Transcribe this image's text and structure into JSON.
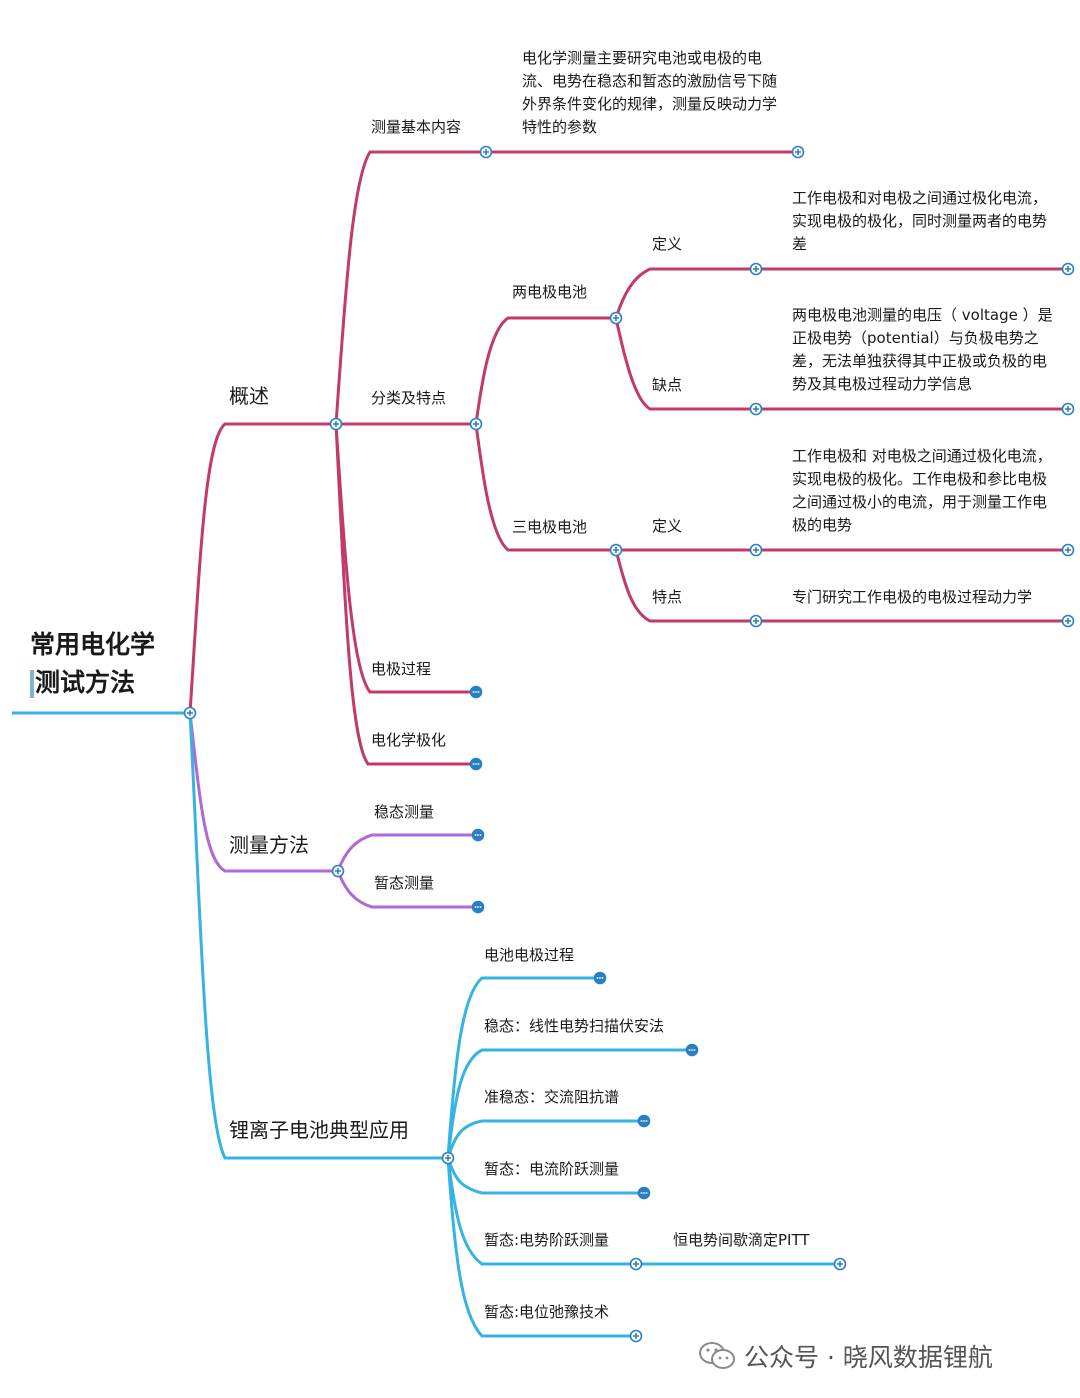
{
  "root": {
    "line1": "常用电化学",
    "line2": "测试方法"
  },
  "branches": {
    "overview": {
      "label": "概述",
      "measure_content": {
        "label": "测量基本内容",
        "note": "电化学测量主要研究电池或电极的电流、电势在稳态和暂态的激励信号下随外界条件变化的规律，测量反映动力学特性的参数"
      },
      "classify": {
        "label": "分类及特点",
        "two_electrode": {
          "label": "两电极电池",
          "def_label": "定义",
          "def_note": "工作电极和对电极之间通过极化电流，实现电极的极化，同时测量两者的电势差",
          "flaw_label": "缺点",
          "flaw_note": "两电极电池测量的电压（ voltage ）是正极电势（potential）与负极电势之差，无法单独获得其中正极或负极的电势及其电极过程动力学信息"
        },
        "three_electrode": {
          "label": "三电极电池",
          "def_label": "定义",
          "def_note": "工作电极和 对电极之间通过极化电流，实现电极的极化。工作电极和参比电极之间通过极小的电流，用于测量工作电极的电势",
          "feat_label": "特点",
          "feat_note": "专门研究工作电极的电极过程动力学"
        }
      },
      "electrode_process": "电极过程",
      "polarization": "电化学极化"
    },
    "methods": {
      "label": "测量方法",
      "steady": "稳态测量",
      "transient": "暂态测量"
    },
    "liion": {
      "label": "锂离子电池典型应用",
      "items": [
        "电池电极过程",
        "稳态：线性电势扫描伏安法",
        "准稳态：交流阻抗谱",
        "暂态：电流阶跃测量",
        "暂态:电势阶跃测量",
        "暂态:电位弛豫技术"
      ],
      "pitt": "恒电势间歇滴定PITT"
    }
  },
  "watermark": {
    "text": "公众号 · 晓风数据锂航",
    "icon": "wechat-icon"
  },
  "colors": {
    "overview": "#c2396b",
    "methods": "#b366d6",
    "liion": "#35b3e3",
    "root": "#35b3e3",
    "node_border": "#2a7fc4"
  }
}
